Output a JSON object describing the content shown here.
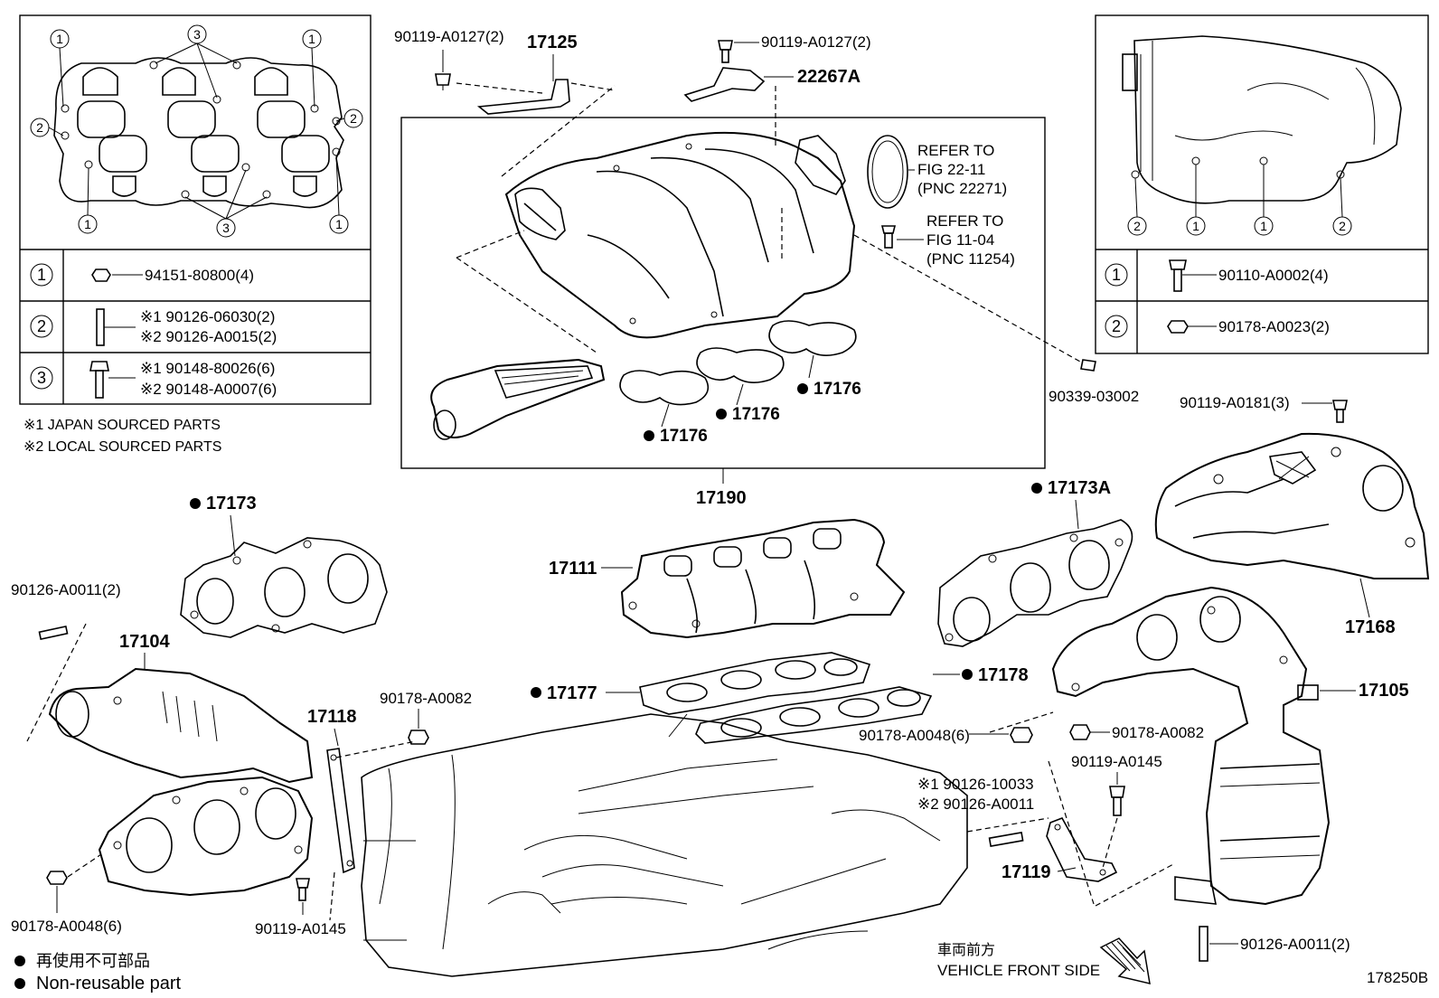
{
  "legend": {
    "japan": "※1 JAPAN SOURCED PARTS",
    "local": "※2 LOCAL SOURCED PARTS",
    "nonreuse_jp": "再使用不可部品",
    "nonreuse_en": "Non-reusable part",
    "front_jp": "車両前方",
    "front_en": "VEHICLE FRONT SIDE",
    "figure_id": "178250B"
  },
  "left_table": {
    "row1_num": "1",
    "row1_pn": "94151-80800(4)",
    "row2_num": "2",
    "row2_pn1": "※1 90126-06030(2)",
    "row2_pn2": "※2 90126-A0015(2)",
    "row3_num": "3",
    "row3_pn1": "※1 90148-80026(6)",
    "row3_pn2": "※2 90148-A0007(6)",
    "c1": "1",
    "c2": "2",
    "c3": "3"
  },
  "right_table": {
    "row1_num": "1",
    "row1_pn": "90110-A0002(4)",
    "row2_num": "2",
    "row2_pn": "90178-A0023(2)",
    "c1": "1",
    "c2": "2"
  },
  "refer1": {
    "l1": "REFER TO",
    "l2": "FIG 22-11",
    "l3": "(PNC 22271)"
  },
  "refer2": {
    "l1": "REFER TO",
    "l2": "FIG 11-04",
    "l3": "(PNC 11254)"
  },
  "parts": {
    "p_90119_a0127_a": "90119-A0127(2)",
    "p_17125": "17125",
    "p_90119_a0127_b": "90119-A0127(2)",
    "p_22267a": "22267A",
    "p_90339": "90339-03002",
    "p_17176_a": "17176",
    "p_17176_b": "17176",
    "p_17176_c": "17176",
    "p_17190": "17190",
    "p_17173": "17173",
    "p_17173a": "17173A",
    "p_90119_a0181": "90119-A0181(3)",
    "p_17111": "17111",
    "p_17168": "17168",
    "p_90126_a0011_l": "90126-A0011(2)",
    "p_17104": "17104",
    "p_17118": "17118",
    "p_90178_a0082_l": "90178-A0082",
    "p_17177": "17177",
    "p_17178": "17178",
    "p_17105": "17105",
    "p_90178_a0048_r": "90178-A0048(6)",
    "p_90178_a0082_r": "90178-A0082",
    "p_90119_a0145_r": "90119-A0145",
    "p_90126_10033": "※1 90126-10033",
    "p_90126_a0011_m": "※2 90126-A0011",
    "p_17119": "17119",
    "p_90178_a0048_l": "90178-A0048(6)",
    "p_90119_a0145_l": "90119-A0145",
    "p_90126_a0011_r": "90126-A0011(2)"
  }
}
